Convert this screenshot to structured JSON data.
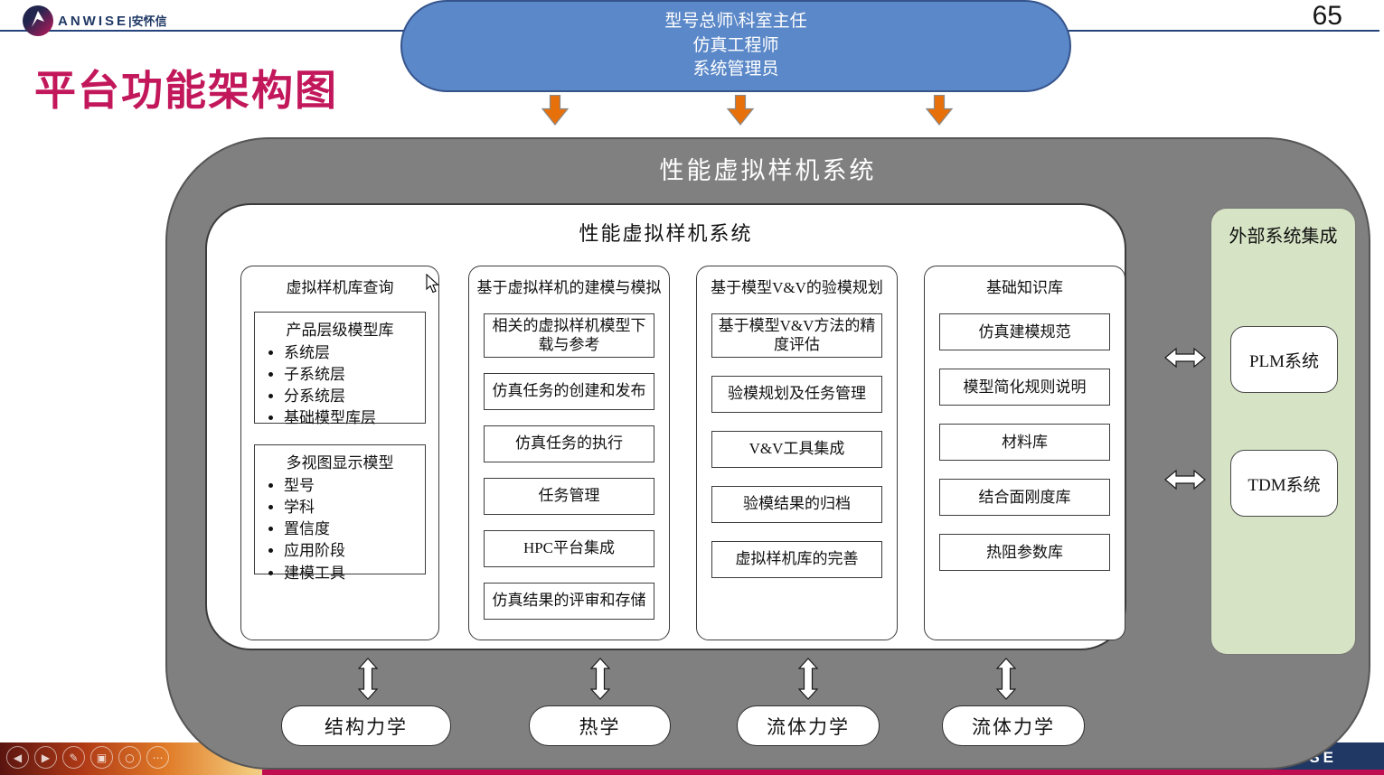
{
  "header": {
    "brand": "ANWISE",
    "brand_cn": "|安怀信",
    "page_number": "65"
  },
  "slide": {
    "title": "平台功能架构图"
  },
  "roles_capsule": {
    "lines": [
      "型号总师\\科室主任",
      "仿真工程师",
      "系统管理员"
    ]
  },
  "system": {
    "outer_title": "性能虚拟样机系统",
    "inner_title": "性能虚拟样机系统"
  },
  "columns": [
    {
      "title": "虚拟样机库查询",
      "groups": [
        {
          "title": "产品层级模型库",
          "bullets": [
            "系统层",
            "子系统层",
            "分系统层",
            "基础模型库层"
          ]
        },
        {
          "title": "多视图显示模型",
          "bullets": [
            "型号",
            "学科",
            "置信度",
            "应用阶段",
            "建模工具"
          ]
        }
      ]
    },
    {
      "title": "基于虚拟样机的建模与模拟",
      "boxes": [
        "相关的虚拟样机模型下载与参考",
        "仿真任务的创建和发布",
        "仿真任务的执行",
        "任务管理",
        "HPC平台集成",
        "仿真结果的评审和存储"
      ]
    },
    {
      "title": "基于模型V&V的验模规划",
      "boxes": [
        "基于模型V&V方法的精度评估",
        "验模规划及任务管理",
        "V&V工具集成",
        "验模结果的归档",
        "虚拟样机库的完善"
      ]
    },
    {
      "title": "基础知识库",
      "boxes": [
        "仿真建模规范",
        "模型简化规则说明",
        "材料库",
        "结合面刚度库",
        "热阻参数库"
      ]
    }
  ],
  "external": {
    "title": "外部系统集成",
    "systems": [
      "PLM系统",
      "TDM系统"
    ]
  },
  "disciplines": [
    "结构力学",
    "热学",
    "流体力学",
    "流体力学"
  ],
  "footer": {
    "brand_wordmark": "ANWISE",
    "icons": [
      {
        "name": "prev-icon",
        "glyph": "◀"
      },
      {
        "name": "next-icon",
        "glyph": "▶"
      },
      {
        "name": "pen-icon",
        "glyph": "✎"
      },
      {
        "name": "grid-icon",
        "glyph": "▣"
      },
      {
        "name": "zoom-icon",
        "glyph": "○"
      },
      {
        "name": "more-icon",
        "glyph": "⋯"
      }
    ]
  },
  "colors": {
    "title_accent": "#C2185B",
    "capsule_fill": "#5B88C8",
    "arrow_orange": "#E8700A",
    "container_gray": "#808080",
    "external_green": "#D6E3C4",
    "brand_navy": "#1F3864",
    "footer_crimson": "#C00C51"
  }
}
